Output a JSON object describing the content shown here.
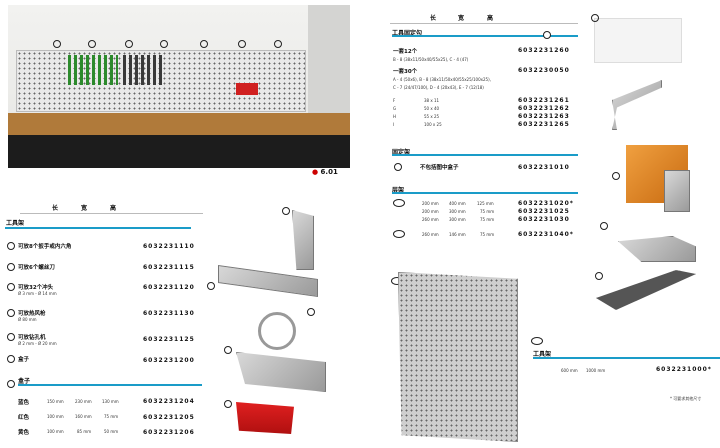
{
  "photo": {
    "badge": "6.01"
  },
  "dims_header": [
    "长",
    "宽",
    "高"
  ],
  "left": {
    "section": "工具架",
    "items": [
      {
        "label": "可放8个扳手或内六角",
        "sub": "",
        "part": "6032231110"
      },
      {
        "label": "可放6个螺丝刀",
        "sub": "",
        "part": "6032231115"
      },
      {
        "label": "可放32个冲头",
        "sub": "Ø 3 mm - Ø 14 mm",
        "part": "6032231120"
      },
      {
        "label": "可放热风枪",
        "sub": "Ø 80 mm",
        "part": "6032231130"
      },
      {
        "label": "可放钻孔机",
        "sub": "Ø 2 mm - Ø 20 mm",
        "part": "6032231125"
      },
      {
        "label": "盒子",
        "sub": "",
        "part": "6032231200"
      }
    ],
    "box_section": "盒子",
    "boxes": [
      {
        "color": "蓝色",
        "l": "150 mm",
        "w": "230 mm",
        "h": "130 mm",
        "part": "6032231204"
      },
      {
        "color": "红色",
        "l": "100 mm",
        "w": "160 mm",
        "h": "75 mm",
        "part": "6032231205"
      },
      {
        "color": "黄色",
        "l": "100 mm",
        "w": "85 mm",
        "h": "50 mm",
        "part": "6032231206"
      }
    ]
  },
  "right": {
    "hooks_section": "工具固定勾",
    "set12": {
      "label": "一套12个",
      "desc": "B - 8 (38x11/50x40/55x25), C - 4 (47)",
      "part": "6032231260"
    },
    "set30": {
      "label": "一套30个",
      "desc1": "A - 4 (50x6), B - 8 (38x11/50x40/55x25/100x25),",
      "desc2": "C - 7 (24/47/100), D - 4 (20x43), E - 7 (12/18)",
      "part": "6032230050"
    },
    "hooks": [
      {
        "code": "F",
        "size": "38 x 11",
        "part": "6032231261"
      },
      {
        "code": "G",
        "size": "50 x 40",
        "part": "6032231262"
      },
      {
        "code": "H",
        "size": "55 x 25",
        "part": "6032231263"
      },
      {
        "code": "I",
        "size": "100 x 25",
        "part": "6032231265"
      }
    ],
    "bracket_section": "固定架",
    "bracket": {
      "label": "不包括图中盒子",
      "part": "6032231010"
    },
    "shelf_section": "层架",
    "shelves": [
      {
        "l": "200 mm",
        "w": "400 mm",
        "h": "125 mm",
        "part": "6032231020*"
      },
      {
        "l": "200 mm",
        "w": "300 mm",
        "h": "75 mm",
        "part": "6032231025"
      },
      {
        "l": "260 mm",
        "w": "300 mm",
        "h": "75 mm",
        "part": "6032231030"
      },
      {
        "l": "260 mm",
        "w": "146 mm",
        "h": "75 mm",
        "part": "6032231040*"
      }
    ],
    "panel_section": "工具架",
    "panel": {
      "l": "600 mm",
      "w": "1000 mm",
      "part": "6032231000*"
    },
    "note": "* 可要求其他尺寸"
  }
}
